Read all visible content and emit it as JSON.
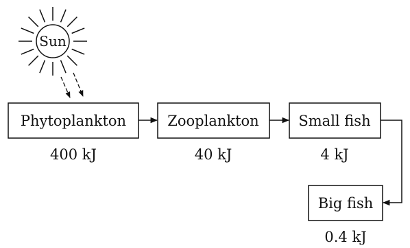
{
  "diagram": {
    "sun": {
      "label": "Sun"
    },
    "nodes": [
      {
        "id": "phytoplankton",
        "label": "Phytoplankton",
        "energy": "400 kJ"
      },
      {
        "id": "zooplankton",
        "label": "Zooplankton",
        "energy": "40 kJ"
      },
      {
        "id": "small_fish",
        "label": "Small fish",
        "energy": "4 kJ"
      },
      {
        "id": "big_fish",
        "label": "Big fish",
        "energy": "0.4 kJ"
      }
    ],
    "colors": {
      "stroke": "#111111",
      "background": "#ffffff"
    }
  }
}
